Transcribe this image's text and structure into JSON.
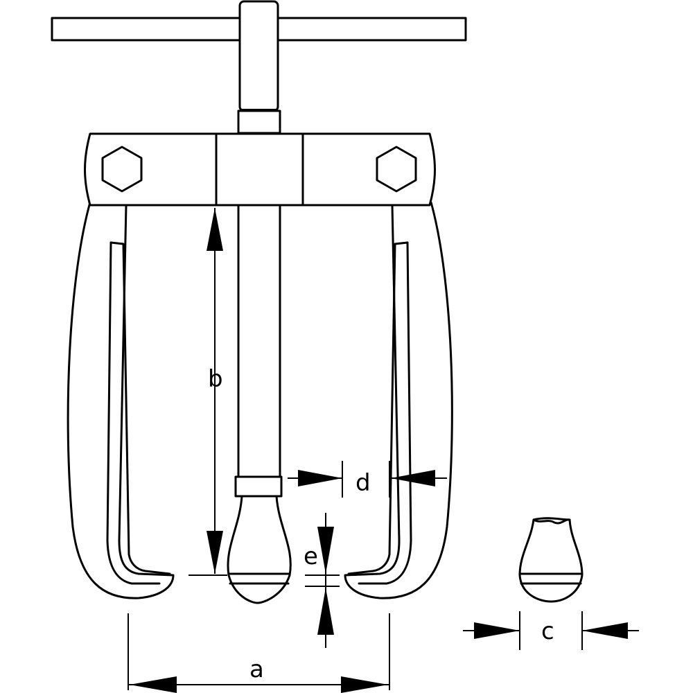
{
  "labels": {
    "a": "a",
    "b": "b",
    "c": "c",
    "d": "d",
    "e": "e"
  },
  "colors": {
    "line": "#000000",
    "background": "#ffffff"
  }
}
